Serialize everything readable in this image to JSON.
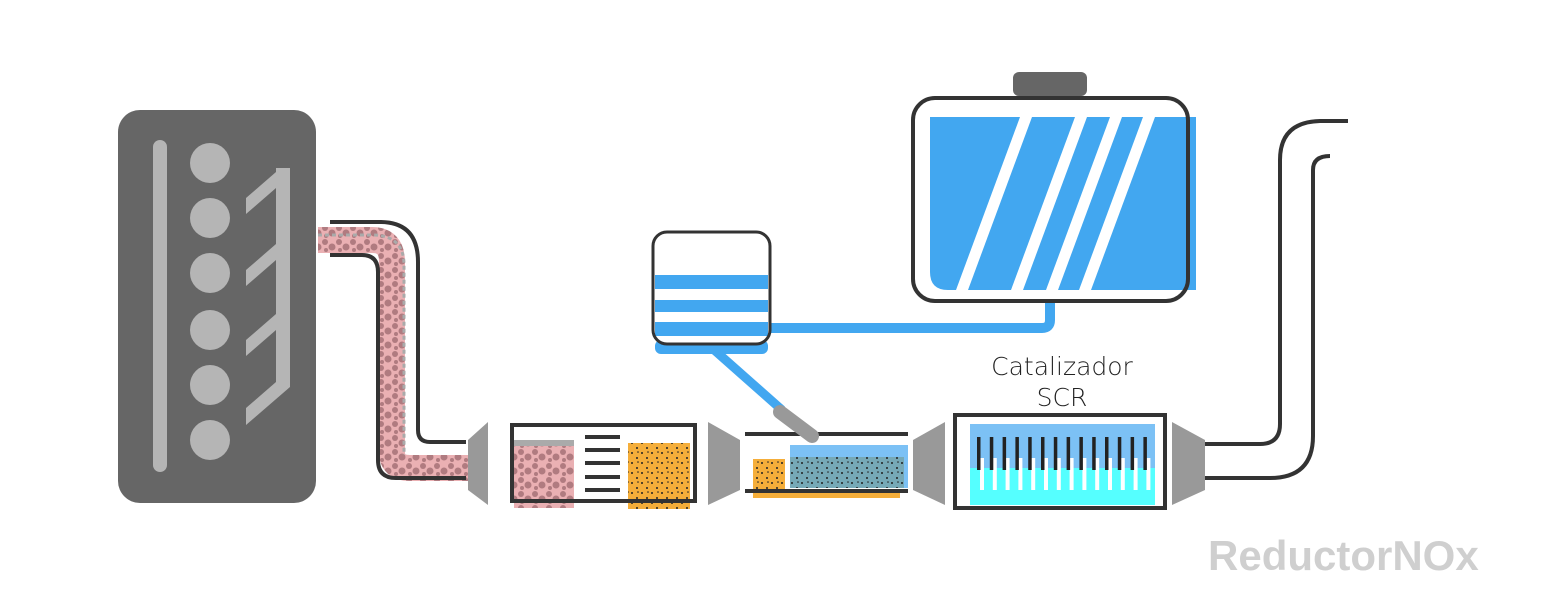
{
  "diagram": {
    "scr_label_line1": "Catalizador",
    "scr_label_line2": "SCR",
    "logo": "ReductorNOx"
  },
  "colors": {
    "engine": "#666666",
    "engine_parts": "#b5b5b5",
    "pipe": "#333333",
    "soot": "#b07b80",
    "soot_bg": "#eab0b3",
    "orange": "#f5ae3a",
    "adblue": "#42a7f0",
    "light_blue": "#7cc1f5",
    "cyan": "#55ffff",
    "teal": "#76a9b7",
    "cone": "#999999"
  }
}
